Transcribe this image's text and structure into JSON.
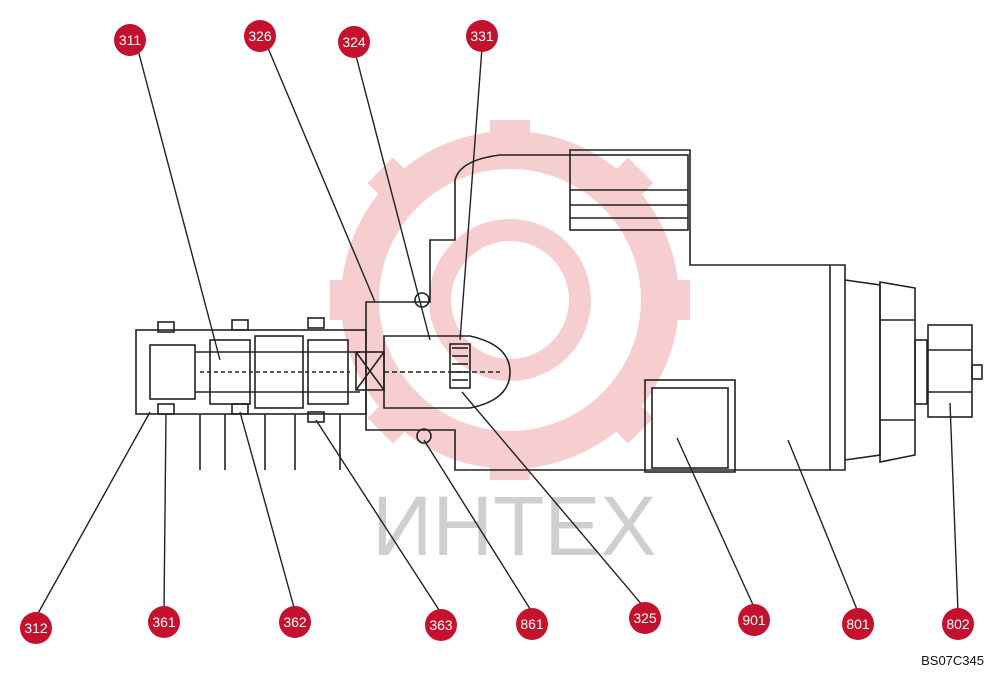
{
  "watermark": {
    "text": "ИНТЕХ",
    "color": "#f4c4c8"
  },
  "callout_color": "#c4122e",
  "callouts": [
    {
      "id": "311"
    },
    {
      "id": "326"
    },
    {
      "id": "324"
    },
    {
      "id": "331"
    },
    {
      "id": "312"
    },
    {
      "id": "361"
    },
    {
      "id": "362"
    },
    {
      "id": "363"
    },
    {
      "id": "861"
    },
    {
      "id": "325"
    },
    {
      "id": "901"
    },
    {
      "id": "801"
    },
    {
      "id": "802"
    }
  ],
  "ref_code": "BS07C345"
}
